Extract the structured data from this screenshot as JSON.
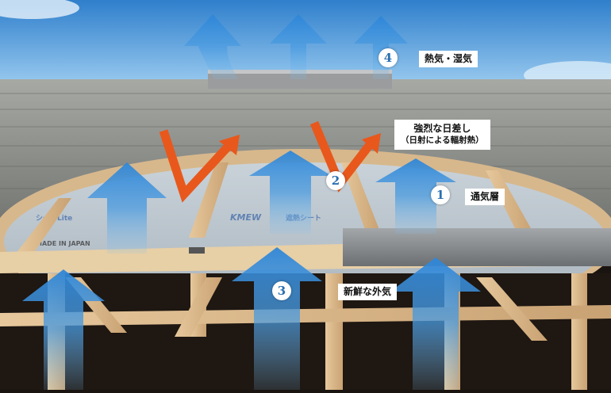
{
  "callouts": [
    {
      "number": "4",
      "label": "熱気・湿気"
    },
    {
      "number": "2",
      "label": "強烈な日差し",
      "sublabel": "（日射による輻射熱）"
    },
    {
      "number": "1",
      "label": "通気層"
    },
    {
      "number": "3",
      "label": "新鮮な外気"
    }
  ],
  "sheet_print": {
    "made_in": "MADE IN JAPAN",
    "brand_a": "KMEW",
    "brand_b": "遮熱シート",
    "lite": "シートLite"
  },
  "colors": {
    "sky": "#3f8fd6",
    "sky_light": "#8cc4ee",
    "shingle": "#8a8c88",
    "wood": "#d9b98c",
    "sheet": "#b9c3cb",
    "air_arrow": "#4a9be0",
    "sun_arrow": "#e8581c",
    "ridge_vent": "#9a9c9e"
  },
  "icons": [
    "air-flow-arrow",
    "sun-ray-arrow",
    "ridge-vent",
    "roof-shingles",
    "wood-truss"
  ]
}
